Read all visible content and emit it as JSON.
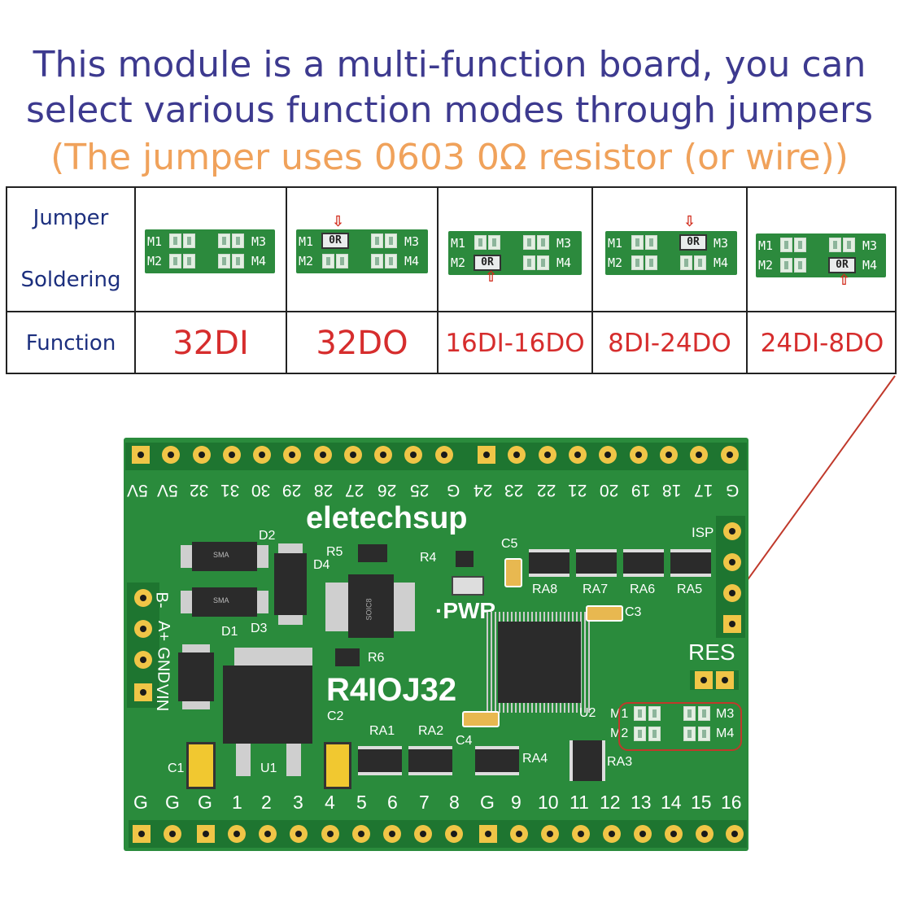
{
  "headline": {
    "line1": "This module is a multi-function board, you can",
    "line2": "select various function modes through jumpers",
    "line3": "(The jumper uses 0603 0Ω resistor (or wire))"
  },
  "table": {
    "row1_label_a": "Jumper",
    "row1_label_b": "Soldering",
    "row2_label": "Function",
    "functions": [
      "32DI",
      "32DO",
      "16DI-16DO",
      "8DI-24DO",
      "24DI-8DO"
    ],
    "jumper_labels": {
      "m1": "M1",
      "m2": "M2",
      "m3": "M3",
      "m4": "M4",
      "zero_ohm": "0R"
    }
  },
  "board": {
    "brand": "eletechsup",
    "model": "R4IOJ32",
    "top_pins": [
      "5V",
      "5V",
      "32",
      "31",
      "30",
      "29",
      "28",
      "27",
      "26",
      "25",
      "G",
      "24",
      "23",
      "22",
      "21",
      "20",
      "19",
      "18",
      "17",
      "G"
    ],
    "bottom_pins": [
      "G",
      "G",
      "G",
      "1",
      "2",
      "3",
      "4",
      "5",
      "6",
      "7",
      "8",
      "G",
      "9",
      "10",
      "11",
      "12",
      "13",
      "14",
      "15",
      "16"
    ],
    "left_pins": [
      "B-",
      "A+",
      "GND",
      "VIN"
    ],
    "refs": {
      "d1": "D1",
      "d2": "D2",
      "d3": "D3",
      "d4": "D4",
      "r4": "R4",
      "r5": "R5",
      "r6": "R6",
      "c1": "C1",
      "c2": "C2",
      "c3": "C3",
      "c4": "C4",
      "c5": "C5",
      "u1": "U1",
      "u2": "U2",
      "ra1": "RA1",
      "ra2": "RA2",
      "ra3": "RA3",
      "ra4": "RA4",
      "ra5": "RA5",
      "ra6": "RA6",
      "ra7": "RA7",
      "ra8": "RA8",
      "pwr": "·PWR",
      "isp": "ISP",
      "res": "RES",
      "sma": "SMA",
      "soic8": "SOIC8",
      "m1": "M1",
      "m2": "M2",
      "m3": "M3",
      "m4": "M4"
    }
  }
}
